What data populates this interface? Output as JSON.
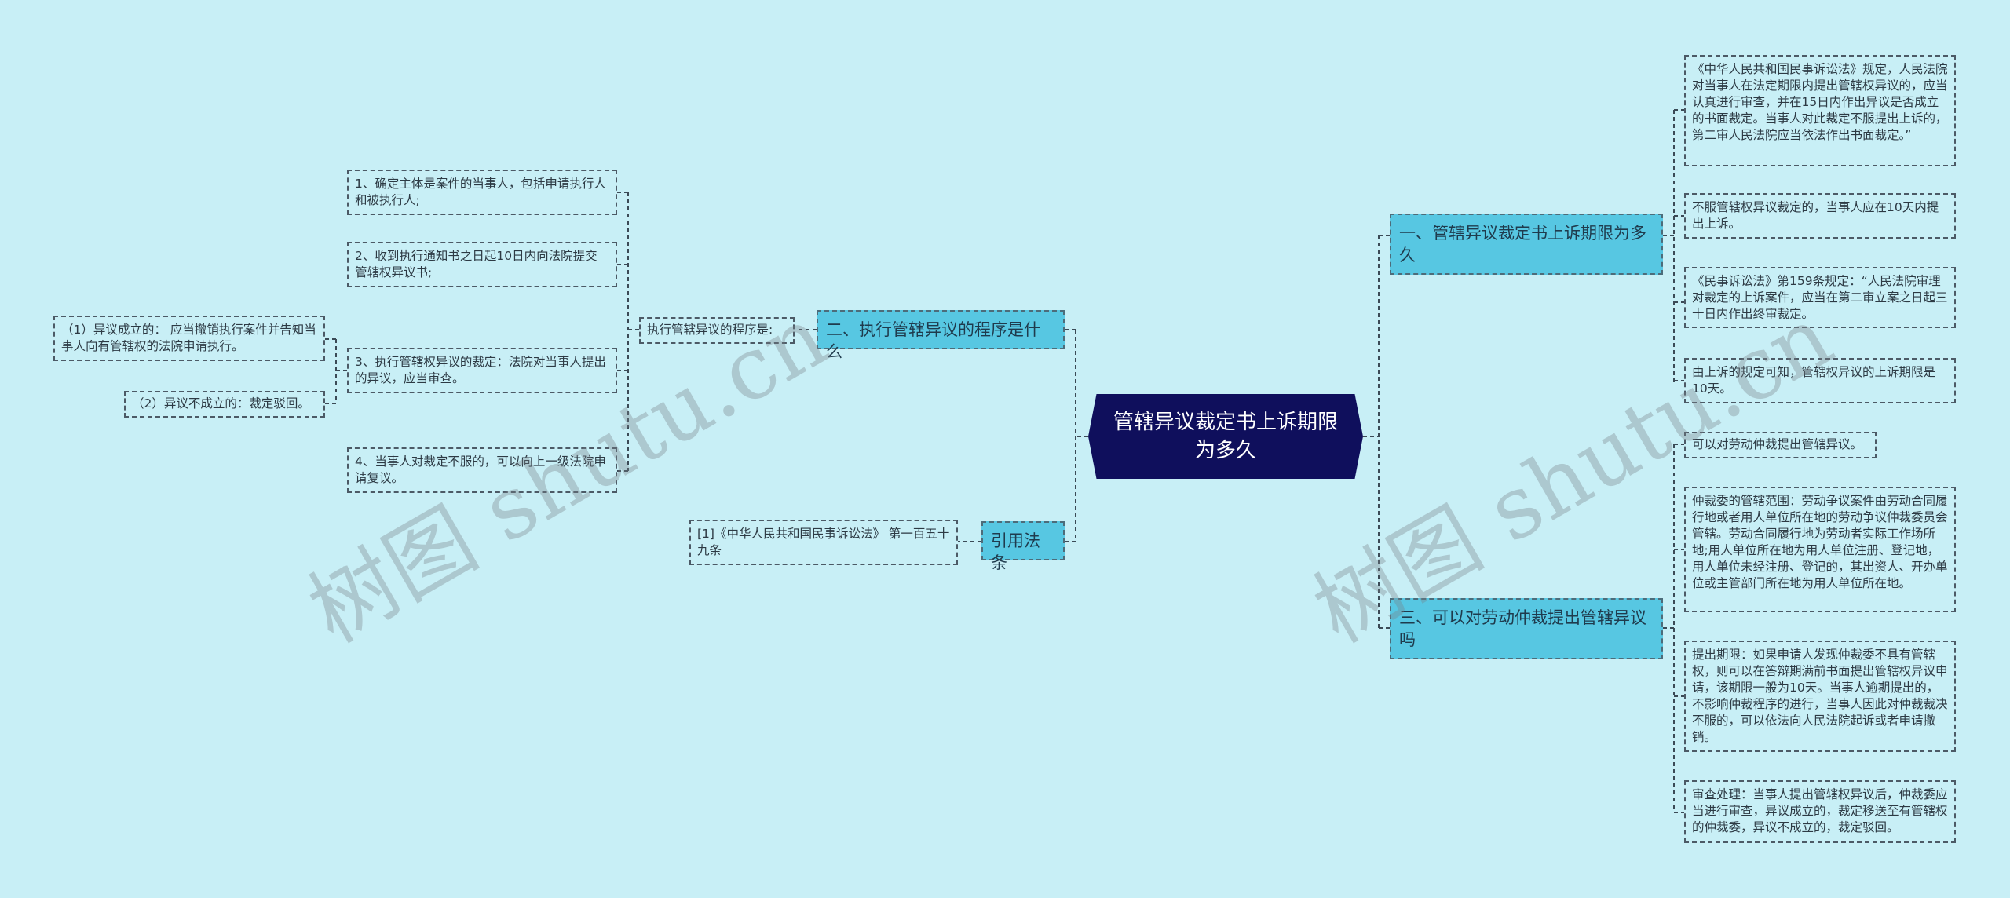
{
  "root": {
    "title": "管辖异议裁定书上诉期限为多久"
  },
  "branches": {
    "b1": "一、管辖异议裁定书上诉期限为多久",
    "b2": "二、执行管辖异议的程序是什么",
    "b3": "三、可以对劳动仲裁提出管辖异议吗",
    "cite": "引用法条"
  },
  "b1_leaves": [
    "《中华人民共和国民事诉讼法》规定，人民法院对当事人在法定期限内提出管辖权异议的，应当认真进行审查，并在15日内作出异议是否成立的书面裁定。当事人对此裁定不服提出上诉的，第二审人民法院应当依法作出书面裁定。”",
    "不服管辖权异议裁定的，当事人应在10天内提出上诉。",
    "《民事诉讼法》第159条规定：“人民法院审理对裁定的上诉案件，应当在第二审立案之日起三十日内作出终审裁定。",
    "由上诉的规定可知，管辖权异议的上诉期限是10天。"
  ],
  "b2_mid": "执行管辖异议的程序是:",
  "b2_leaves": [
    "1、确定主体是案件的当事人，包括申请执行人和被执行人;",
    "2、收到执行通知书之日起10日内向法院提交管辖权异议书;",
    "3、执行管辖权异议的裁定：法院对当事人提出的异议，应当审查。",
    "4、当事人对裁定不服的，可以向上一级法院申请复议。"
  ],
  "b2_sub": [
    "（1）异议成立的：  应当撤销执行案件并告知当事人向有管辖权的法院申请执行。",
    "（2）异议不成立的：裁定驳回。"
  ],
  "b3_leaves": [
    "可以对劳动仲裁提出管辖异议。",
    "仲裁委的管辖范围：劳动争议案件由劳动合同履行地或者用人单位所在地的劳动争议仲裁委员会管辖。劳动合同履行地为劳动者实际工作场所地;用人单位所在地为用人单位注册、登记地，用人单位未经注册、登记的，其出资人、开办单位或主管部门所在地为用人单位所在地。",
    "提出期限：如果申请人发现仲裁委不具有管辖权，则可以在答辩期满前书面提出管辖权异议申请，该期限一般为10天。当事人逾期提出的，不影响仲裁程序的进行，当事人因此对仲裁裁决不服的，可以依法向人民法院起诉或者申请撤销。",
    "审查处理：当事人提出管辖权异议后，仲裁委应当进行审查，异议成立的，裁定移送至有管辖权的仲裁委，异议不成立的，裁定驳回。"
  ],
  "cite_leaf": "[1]《中华人民共和国民事诉讼法》 第一百五十九条",
  "watermarks": [
    "树图 shutu.cn",
    "树图 shutu.cn"
  ],
  "colors": {
    "background": "#c8eff6",
    "root": "#0f0f5c",
    "branch": "#57c7e2",
    "line": "#3b4a56"
  }
}
